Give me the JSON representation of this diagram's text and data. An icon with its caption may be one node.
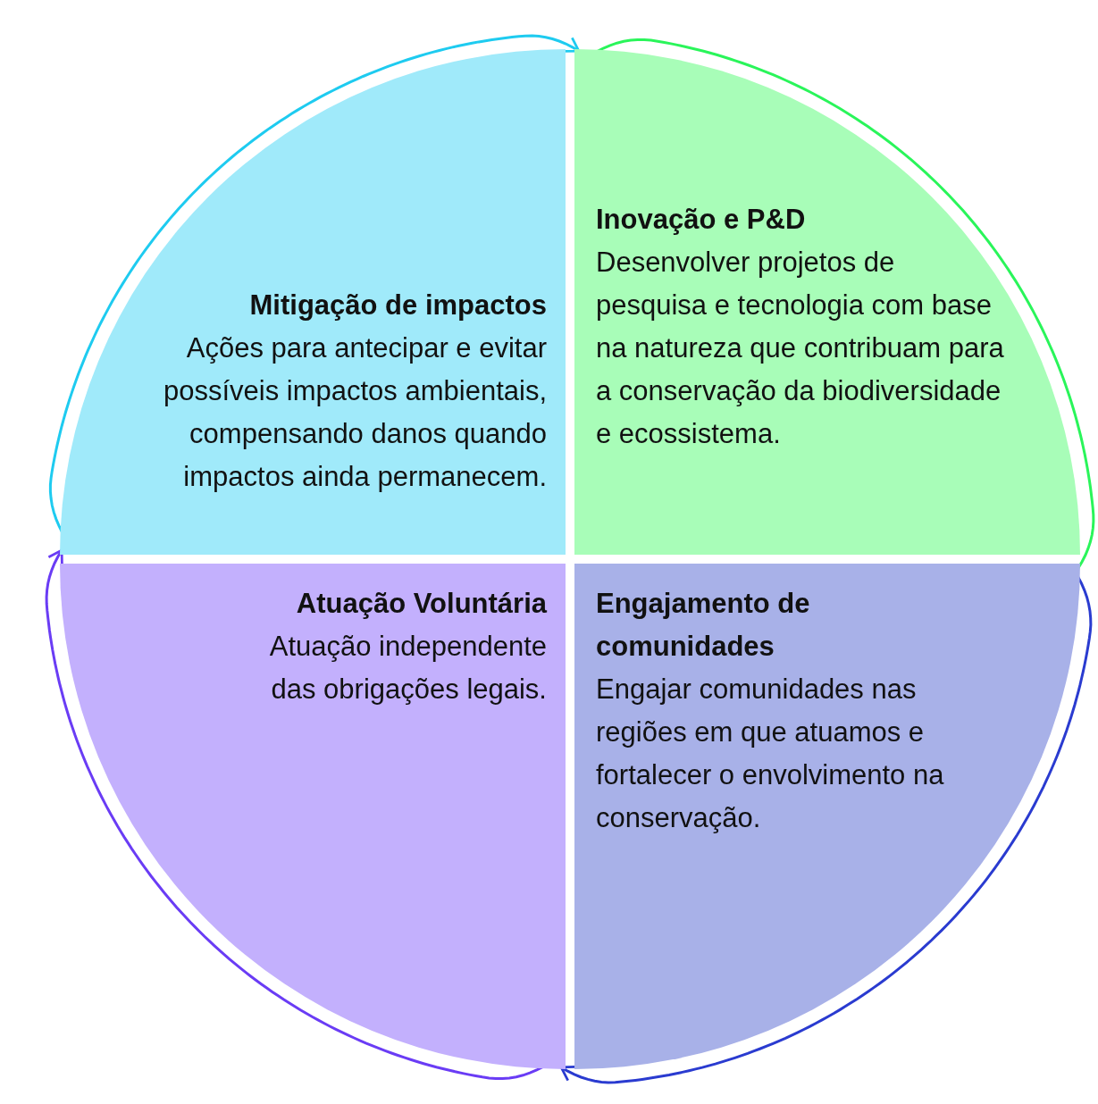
{
  "diagram": {
    "nodes": [
      {
        "text": [
          "Mitigação de impactos",
          "Ações para antecipar e evitar possíveis impactos ambientais, compensando danos quando impactos ainda permanecem."
        ]
      },
      {
        "text": [
          "Inovação e P&D",
          "Desenvolver projetos de pesquisa e tecnologia com base na natureza que contribuam para a conservação da biodiversidade e ecossistema."
        ]
      },
      {
        "text": [
          "Atuação Voluntária",
          "Atuação independente das obrigações legais."
        ]
      },
      {
        "text": [
          "Engajamento de comunidades",
          "Engajar comunidades nas regiões em que atuamos e fortalecer o envolvimento na conservação."
        ]
      }
    ],
    "edges": [
      {
        "from": 0,
        "to": 1,
        "arrow": "to",
        "color": "#1ecbf0"
      },
      {
        "from": 1,
        "to": 3,
        "arrow": "none",
        "color": "#2af55a"
      },
      {
        "from": 3,
        "to": 2,
        "arrow": "to",
        "color": "#2a3bd0"
      },
      {
        "from": 2,
        "to": 0,
        "arrow": "to",
        "color": "#6a3cf5"
      }
    ]
  }
}
